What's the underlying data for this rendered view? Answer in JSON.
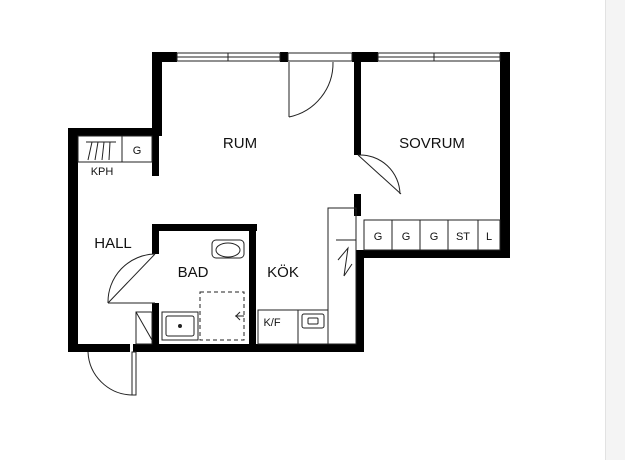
{
  "rooms": {
    "rum": "RUM",
    "sovrum": "SOVRUM",
    "hall": "HALL",
    "bad": "BAD",
    "kok": "KÖK"
  },
  "fixtures": {
    "kph": "KPH",
    "hall_g": "G",
    "kf": "K/F",
    "wardrobes": [
      "G",
      "G",
      "G",
      "ST",
      "L"
    ]
  },
  "colors": {
    "wall": "#000000",
    "line": "#222222",
    "background": "#ffffff"
  }
}
